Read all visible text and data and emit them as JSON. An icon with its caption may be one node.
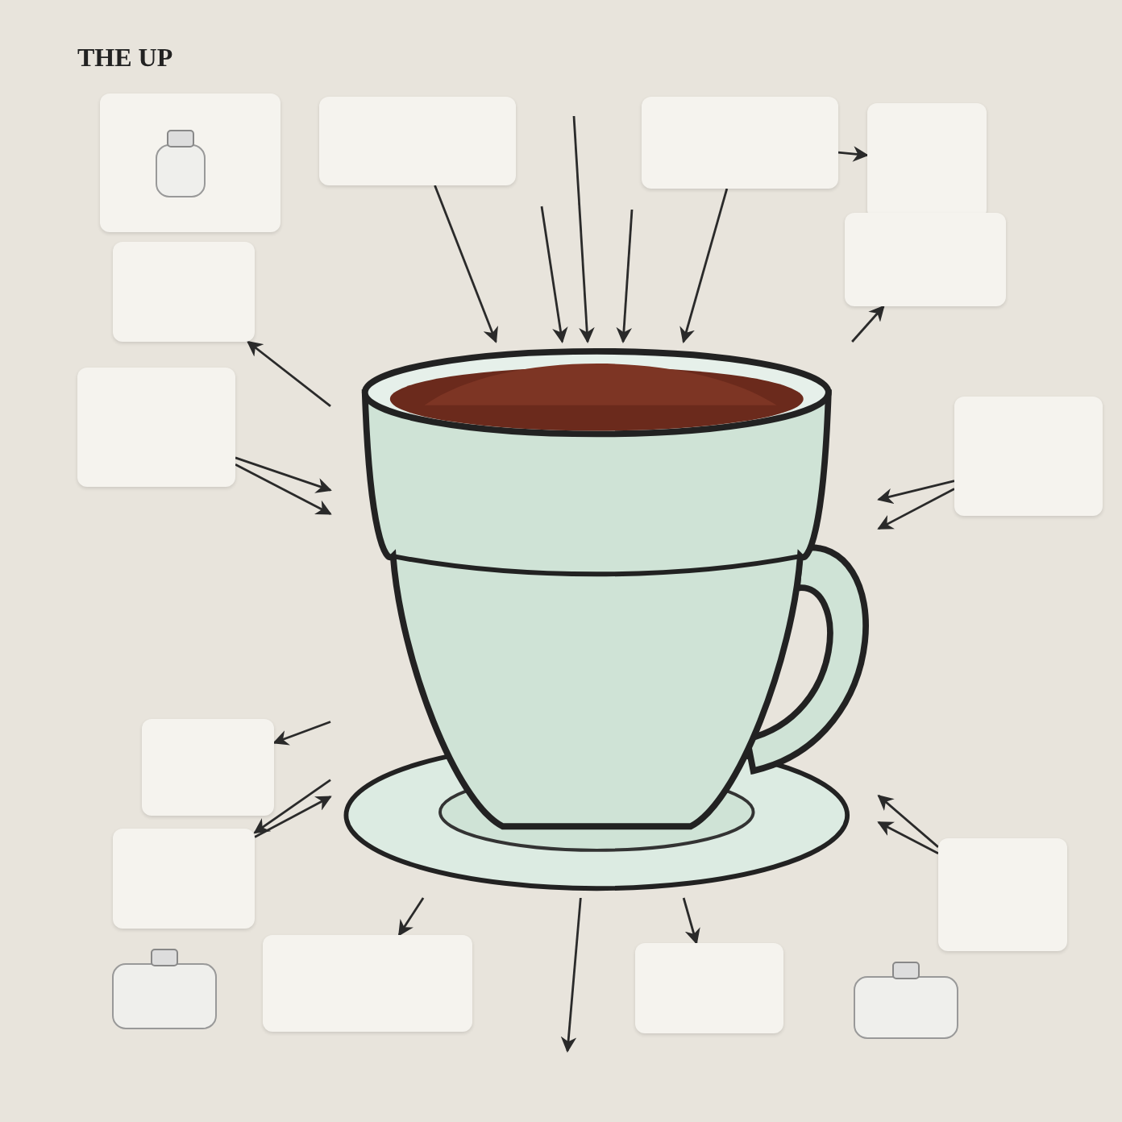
{
  "diagram": {
    "title": "THE UP",
    "nodes": [
      {
        "text": [],
        "shape": "box"
      },
      {
        "text": [],
        "shape": "box"
      },
      {
        "text": [],
        "shape": "box"
      },
      {
        "text": [],
        "shape": "box"
      },
      {
        "text": [],
        "shape": "box"
      },
      {
        "text": [],
        "shape": "box"
      },
      {
        "text": [],
        "shape": "picture"
      },
      {
        "text": [],
        "shape": "box"
      },
      {
        "text": [],
        "shape": "box"
      },
      {
        "text": [],
        "shape": "box"
      },
      {
        "text": [],
        "shape": "box"
      },
      {
        "text": [],
        "shape": "box"
      },
      {
        "text": [],
        "shape": "box"
      },
      {
        "text": [],
        "shape": "box"
      }
    ],
    "edges": [
      {
        "from": 6,
        "to": 5,
        "arrow": "to"
      },
      {
        "from": 7,
        "to": 6,
        "arrow": "to"
      },
      {
        "from": 7,
        "to": 6,
        "arrow": "to"
      },
      {
        "from": 1,
        "to": 6,
        "arrow": "to"
      },
      {
        "from": null,
        "to": 6,
        "arrow": "to"
      },
      {
        "from": null,
        "to": 6,
        "arrow": "to"
      },
      {
        "from": null,
        "to": 6,
        "arrow": "to"
      },
      {
        "from": 2,
        "to": 6,
        "arrow": "to"
      },
      {
        "from": 2,
        "to": 3,
        "arrow": "to"
      },
      {
        "from": 6,
        "to": 4,
        "arrow": "to"
      },
      {
        "from": 8,
        "to": 6,
        "arrow": "to"
      },
      {
        "from": 8,
        "to": 6,
        "arrow": "to"
      },
      {
        "from": 6,
        "to": 9,
        "arrow": "to"
      },
      {
        "from": 6,
        "to": 10,
        "arrow": "to"
      },
      {
        "from": 10,
        "to": 6,
        "arrow": "to"
      },
      {
        "from": 6,
        "to": 12,
        "arrow": "to"
      },
      {
        "from": 6,
        "to": null,
        "arrow": "to"
      },
      {
        "from": 6,
        "to": 13,
        "arrow": "to"
      },
      {
        "from": 11,
        "to": 6,
        "arrow": "to"
      },
      {
        "from": 11,
        "to": 6,
        "arrow": "to"
      }
    ]
  }
}
